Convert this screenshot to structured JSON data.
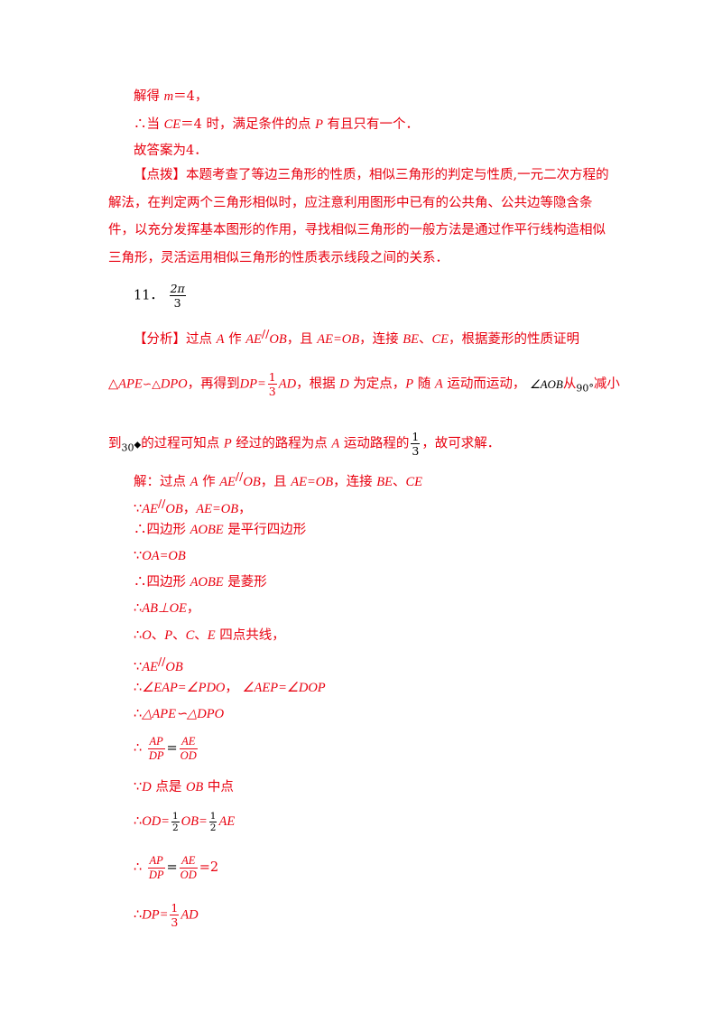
{
  "p1": "解得 ",
  "p1_var": "m",
  "p1_tail": "＝4，",
  "p2_a": "∴当 ",
  "p2_ce": "CE",
  "p2_b": "＝4 时，满足条件的点 ",
  "p2_p": "P",
  "p2_c": " 有且只有一个．",
  "p3": "故答案为4．",
  "tip_label": "【点拨】",
  "tip_text": "本题考查了等边三角形的性质，相似三角形的判定与性质,一元二次方程的解法，在判定两个三角形相似时，应注意利用图形中已有的公共角、公共边等隐含条件，以充分发挥基本图形的作用，寻找相似三角形的一般方法是通过作平行线构造相似三角形，灵活运用相似三角形的性质表示线段之间的关系．",
  "q_num": "11．",
  "q_ans_num": "2π",
  "q_ans_den": "3",
  "ana_label": "【分析】",
  "ana_1a": "过点 ",
  "ana_1b": " 作 ",
  "ana_1c": "，且 ",
  "ana_1d": "，连接 ",
  "ana_1e": "，根据菱形的性质证明",
  "ana_2a": "△",
  "ana_2b": "，再得到",
  "ana_2c": "，根据 ",
  "ana_2d": " 为定点，",
  "ana_2e": " 随 ",
  "ana_2f": " 运动而运动，",
  "ana_2g": "∠AOB",
  "ana_2h": "从",
  "ana_2i": "90°",
  "ana_2j": "减小",
  "ana_3a": "到",
  "ana_3b": "30",
  "ana_3c": "的过程可知点 ",
  "ana_3d": " 经过的路程为点 ",
  "ana_3e": " 运动路程的",
  "ana_3f": "，故可求解．",
  "frac_1": "1",
  "frac_3": "3",
  "frac_2": "2",
  "var_A": "A",
  "var_P": "P",
  "var_D": "D",
  "var_AE": "AE",
  "var_OB": "OB",
  "var_AEeqOB": "AE=OB",
  "var_BE": "BE",
  "var_CE": "CE",
  "sep": "、",
  "para": "//",
  "sim": "∽",
  "var_APE": "APE",
  "var_DPO": "DPO",
  "var_DP": "DP=",
  "var_AD": "AD",
  "sol_1a": "解：过点 ",
  "sol_1b": " 作 ",
  "sol_1c": "，且 ",
  "sol_1d": "，连接 ",
  "s2_a": "∵",
  "s2_b": "，",
  "s3_a": "∴四边形 ",
  "s3_b": "AOBE",
  "s3_c": " 是平行四边形",
  "s4_a": "∵",
  "s4_b": "OA=OB",
  "s5_c": " 是菱形",
  "s6_a": "∴",
  "s6_b": "AB⊥OE",
  "s6_c": "，",
  "s7_a": "∴",
  "s7_b": "O",
  "s7_c": "、",
  "s7_d": "P",
  "s7_e": "C",
  "s7_f": "E",
  "s7_g": " 四点共线，",
  "s9_a": "∴",
  "s9_b": "∠EAP=∠PDO",
  "s9_c": "，",
  "s9_d": "∠AEP=∠DOP",
  "s10_a": "∴",
  "s10_b": "△APE∽△DPO",
  "s11_a": "∴",
  "f_AP": "AP",
  "f_DP": "DP",
  "f_AE": "AE",
  "f_OD": "OD",
  "eq": "=",
  "s12_a": "∵",
  "s12_b": "D",
  "s12_c": " 点是 ",
  "s12_d": "OB",
  "s12_e": " 中点",
  "s13_a": "∴",
  "s13_b": "OD=",
  "s13_c": "OB=",
  "s13_d": "AE",
  "s14_tail": "=2",
  "s15_b": "DP=",
  "colors": {
    "text": "#e8000f",
    "black": "#000000"
  }
}
